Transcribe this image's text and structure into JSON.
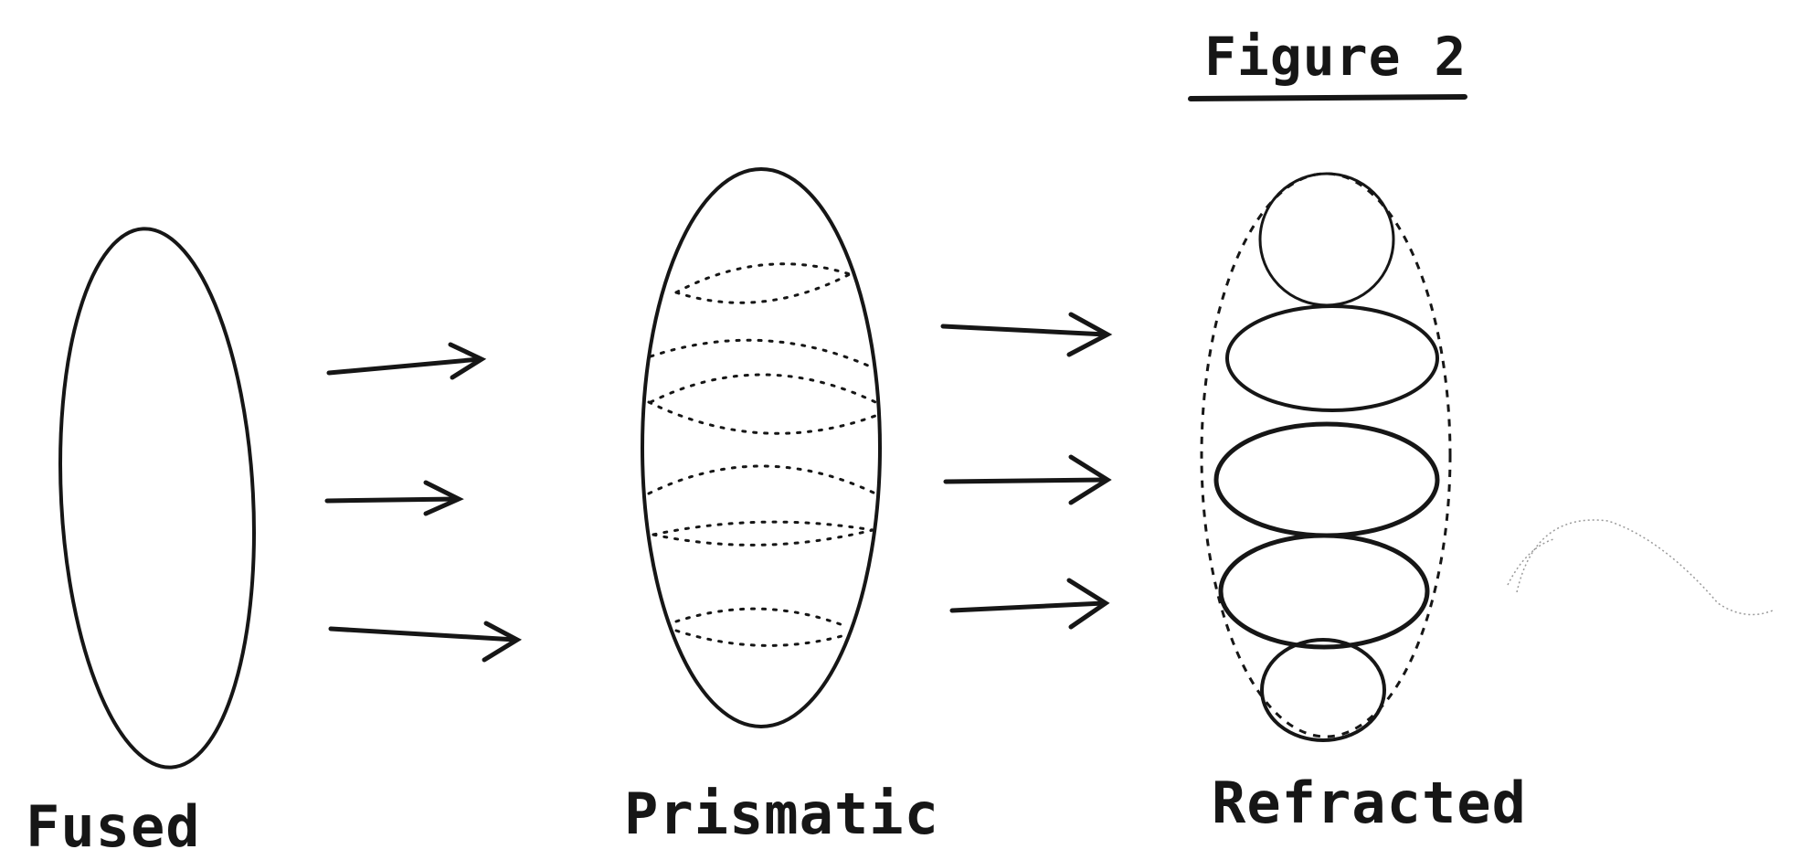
{
  "figure": {
    "title": "Figure 2",
    "stages": [
      {
        "label": "Fused"
      },
      {
        "label": "Prismatic"
      },
      {
        "label": "Refracted"
      }
    ],
    "ink_color": "#161616",
    "background_color": "#ffffff"
  }
}
